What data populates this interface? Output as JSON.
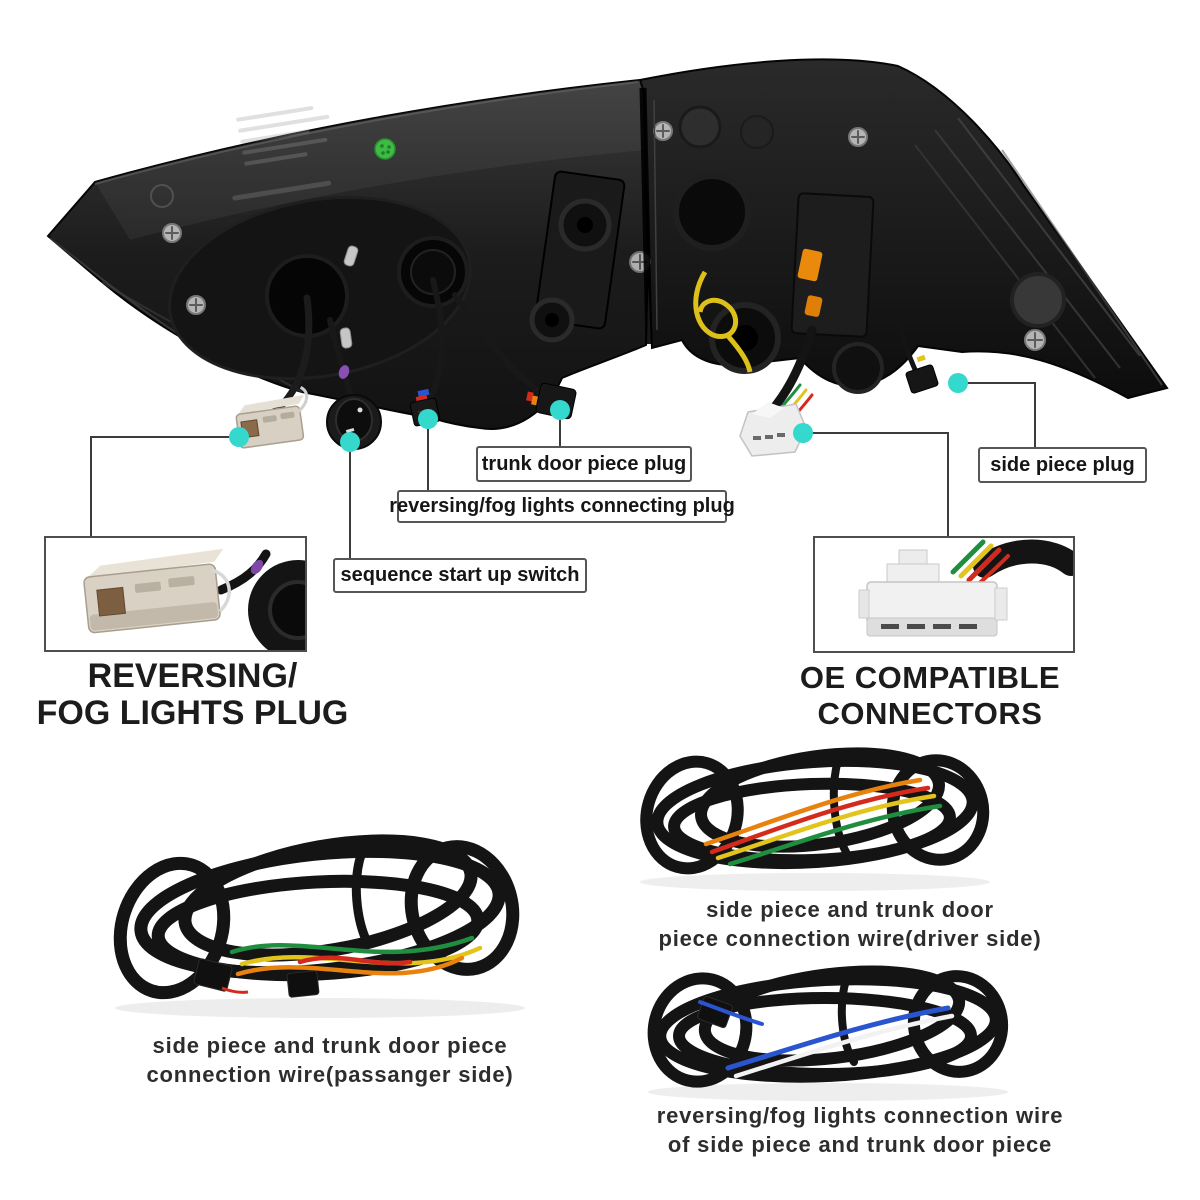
{
  "scene": {
    "background": "#ffffff",
    "marker_color": "#35d8cd",
    "callout_line_color": "#3c3c3c",
    "callout_border_color": "#565656",
    "text_color": "#1b1b1b"
  },
  "callouts": {
    "trunk_door": {
      "label": "trunk door piece plug"
    },
    "reversing_fog": {
      "label": "reversing/fog lights connecting plug"
    },
    "sequence_switch": {
      "label": "sequence start up switch"
    },
    "side_piece": {
      "label": "side piece plug"
    }
  },
  "headings": {
    "reversing_fog_plug": {
      "line1": "REVERSING/",
      "line2": "FOG LIGHTS PLUG"
    },
    "oe_connectors": {
      "label": "OE COMPATIBLE CONNECTORS"
    }
  },
  "captions": {
    "passenger_wire": {
      "line1": "side piece and trunk door piece",
      "line2": "connection wire(passanger side)"
    },
    "driver_wire": {
      "line1": "side piece and trunk door",
      "line2": "piece connection wire(driver side)"
    },
    "reversing_wire": {
      "line1": "reversing/fog lights connection wire",
      "line2": "of side piece and trunk door piece"
    }
  },
  "wire_colors": {
    "yellow": "#e3c41d",
    "green": "#1f8f3f",
    "red": "#d42a1e",
    "orange": "#e8820e",
    "blue": "#2b55cf",
    "white": "#f2f2f2",
    "amber_reflector": "#e8890c",
    "status_green_dot": "#3dbb42",
    "purple_band": "#8a4fb5"
  }
}
